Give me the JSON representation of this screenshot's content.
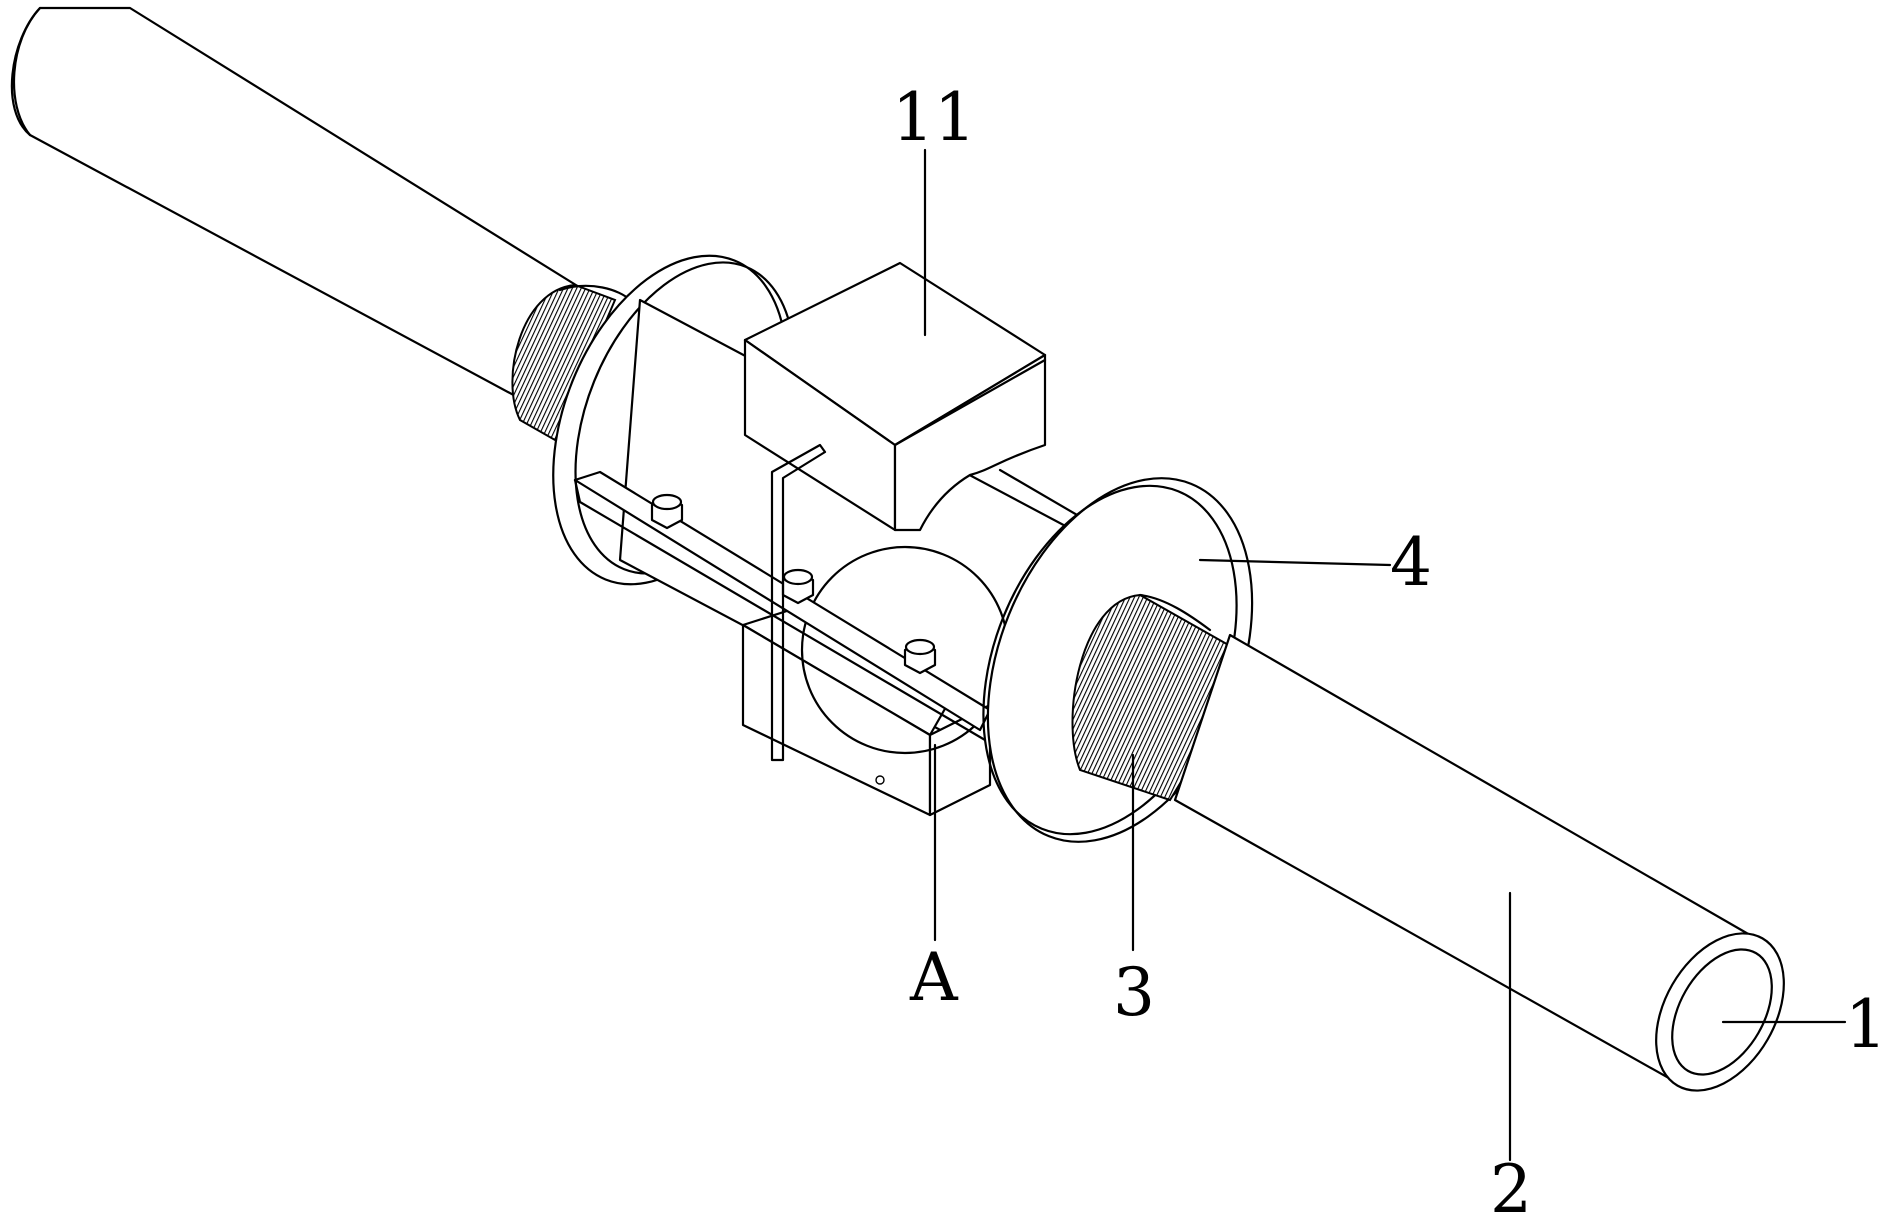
{
  "labels": {
    "l11": "11",
    "l4": "4",
    "lA": "A",
    "l3": "3",
    "l1": "1",
    "l2": "2"
  }
}
